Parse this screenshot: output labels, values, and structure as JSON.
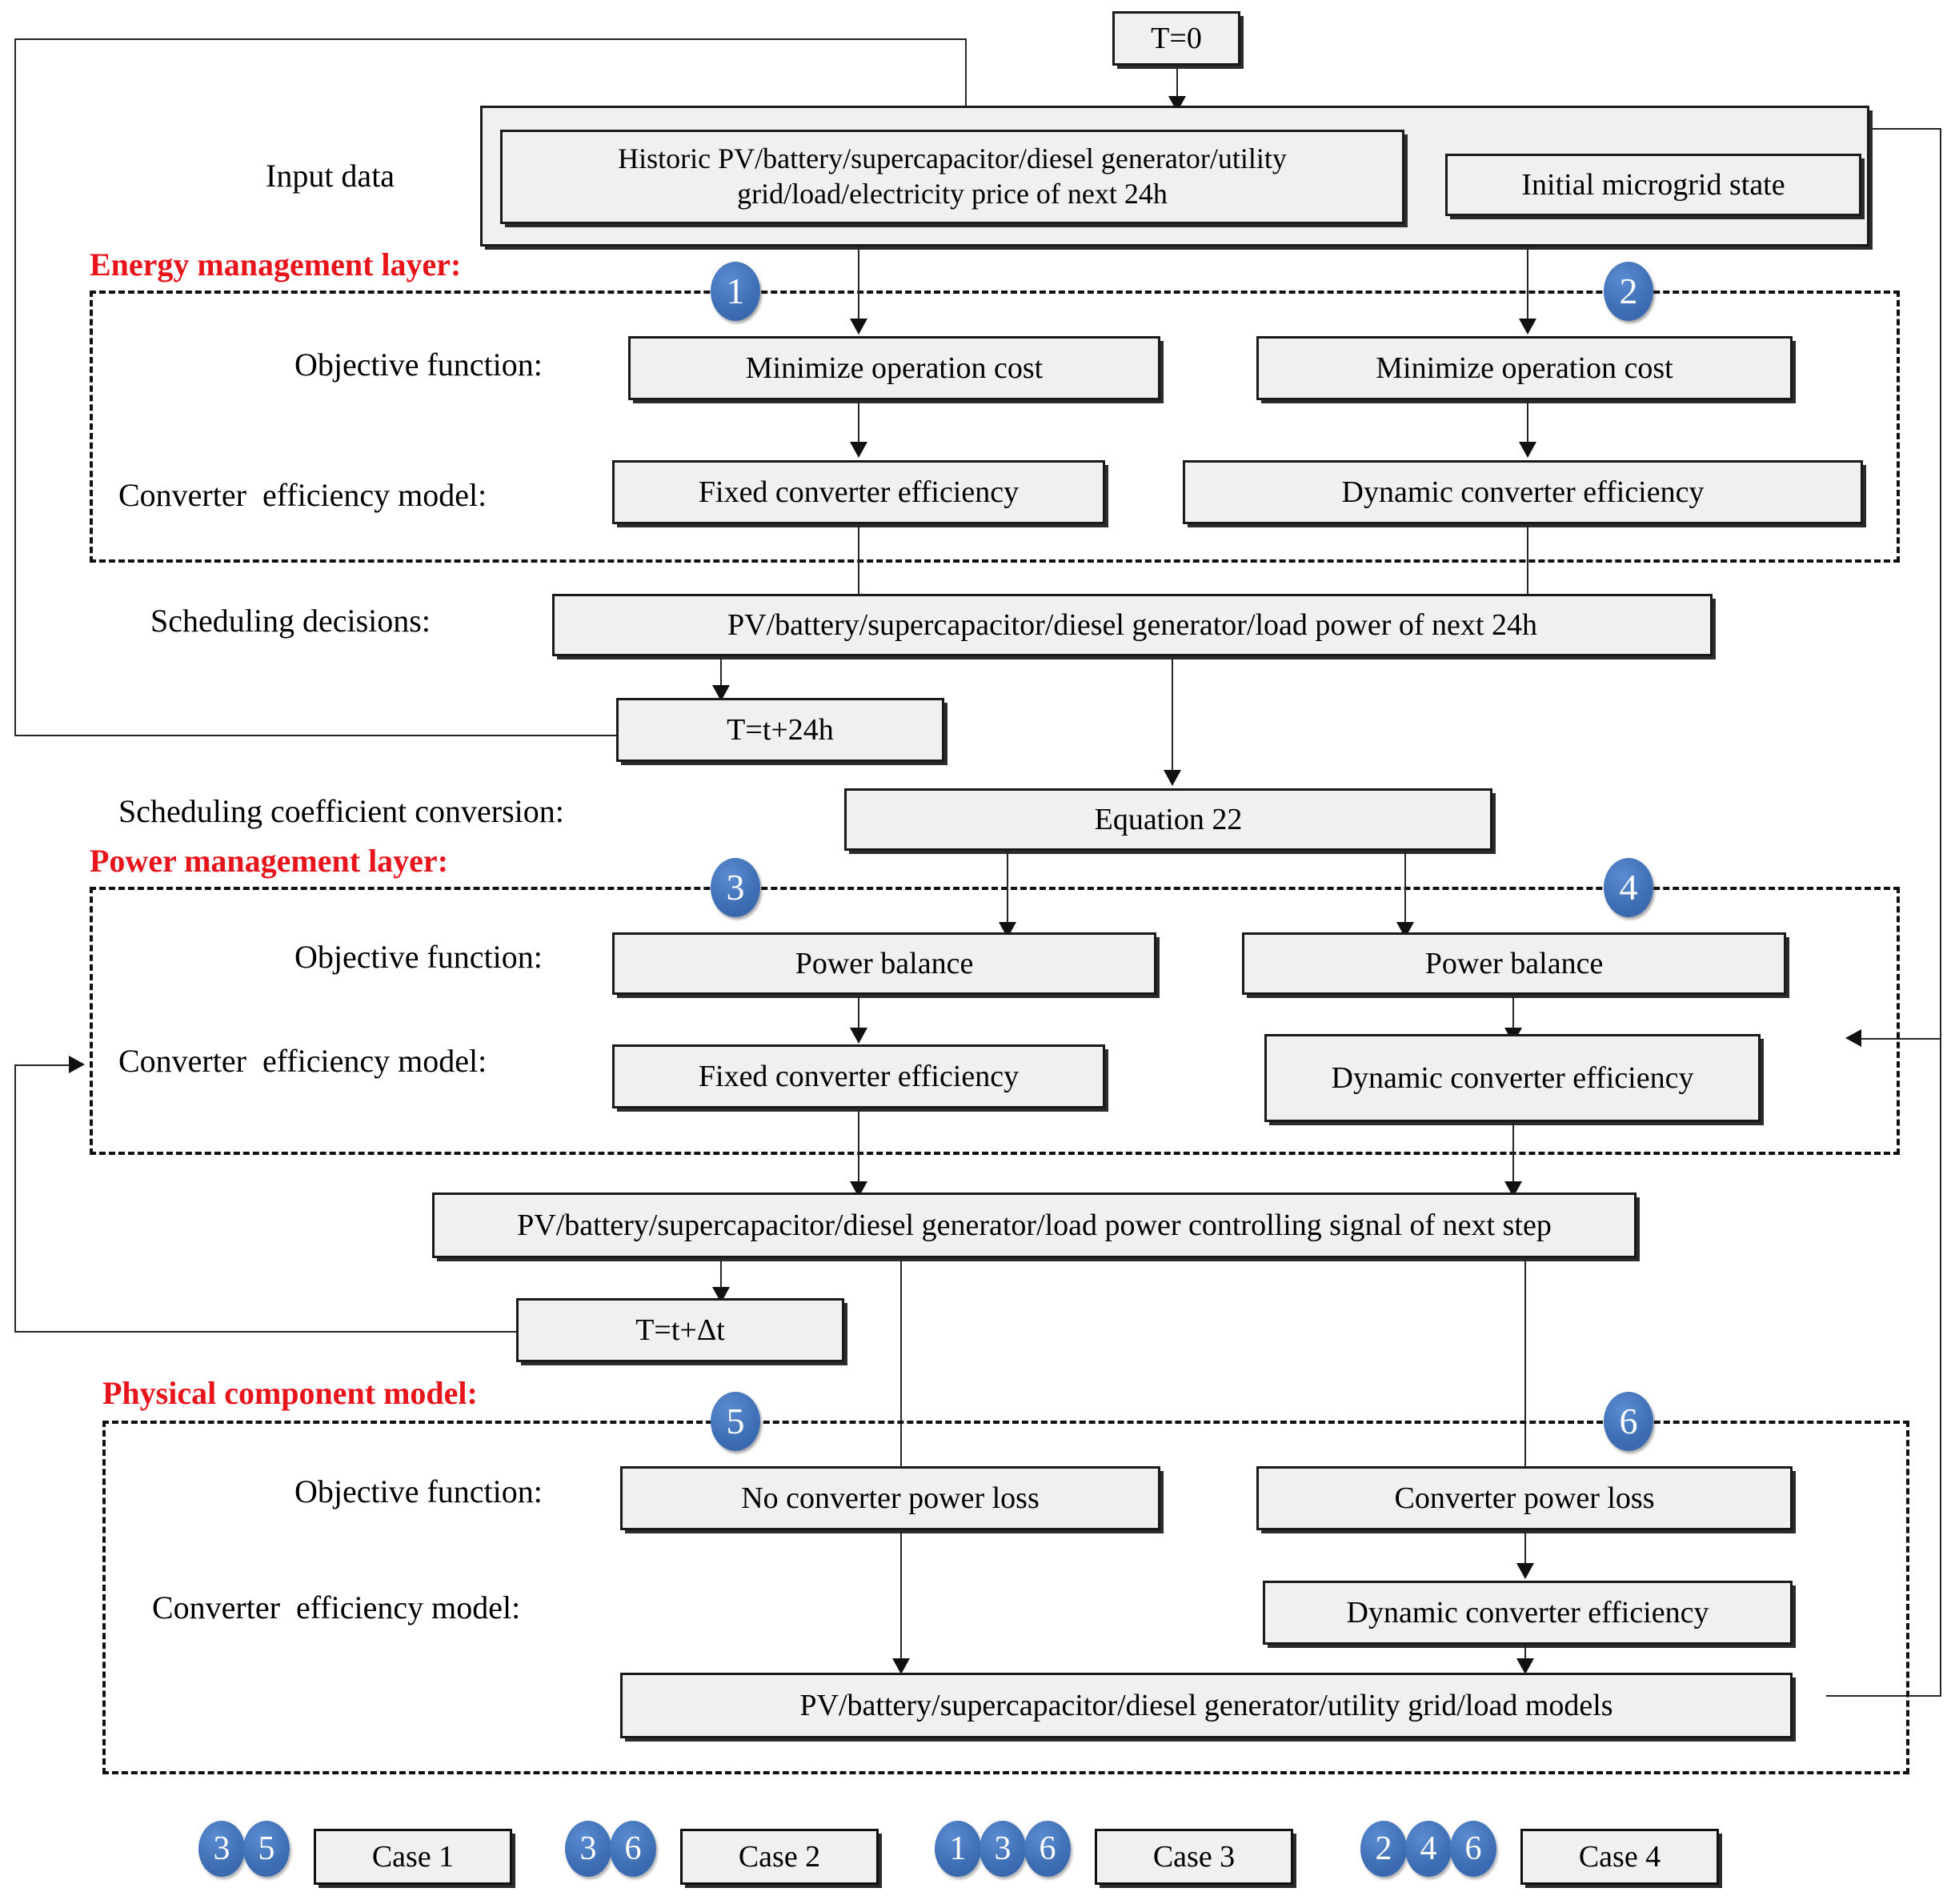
{
  "diagram": {
    "title": "Hierarchical microgrid energy/power management flowchart",
    "accent_blue": "#3f6fb5",
    "layer_label_red": "#e8141b",
    "box_fill": "#f0f0f0"
  },
  "row_labels": {
    "input_data": "Input data",
    "objective_function": "Objective function:",
    "converter_efficiency_model": "Converter  efficiency model:",
    "scheduling_decisions": "Scheduling decisions:",
    "scheduling_coefficient_conversion": "Scheduling coefficient conversion:"
  },
  "layers": {
    "energy": "Energy management layer:",
    "power": "Power management layer:",
    "physical": "Physical component model:"
  },
  "nodes": {
    "start": "T=0",
    "historic_data": "Historic PV/battery/supercapacitor/diesel generator/utility grid/load/electricity price of next 24h",
    "initial_state": "Initial microgrid state",
    "em_obj_left": "Minimize operation cost",
    "em_obj_right": "Minimize operation cost",
    "em_conv_left": "Fixed converter efficiency",
    "em_conv_right": "Dynamic converter efficiency",
    "scheduling_decisions_box": "PV/battery/supercapacitor/diesel generator/load power of next 24h",
    "t_plus_24h": "T=t+24h",
    "equation_22": "Equation 22",
    "pm_obj_left": "Power balance",
    "pm_obj_right": "Power balance",
    "pm_conv_left": "Fixed converter efficiency",
    "pm_conv_right": "Dynamic converter efficiency",
    "control_signal": "PV/battery/supercapacitor/diesel generator/load power controlling signal of next step",
    "t_plus_dt": "T=t+Δt",
    "pc_obj_left": "No converter power loss",
    "pc_obj_right": "Converter power loss",
    "pc_conv_right": "Dynamic converter efficiency",
    "component_models": "PV/battery/supercapacitor/diesel generator/utility grid/load models"
  },
  "badges": {
    "b1": "1",
    "b2": "2",
    "b3": "3",
    "b4": "4",
    "b5": "5",
    "b6": "6"
  },
  "cases": [
    {
      "label": "Case 1",
      "badges": [
        "3",
        "5"
      ]
    },
    {
      "label": "Case 2",
      "badges": [
        "3",
        "6"
      ]
    },
    {
      "label": "Case 3",
      "badges": [
        "1",
        "3",
        "6"
      ]
    },
    {
      "label": "Case 4",
      "badges": [
        "2",
        "4",
        "6"
      ]
    }
  ]
}
